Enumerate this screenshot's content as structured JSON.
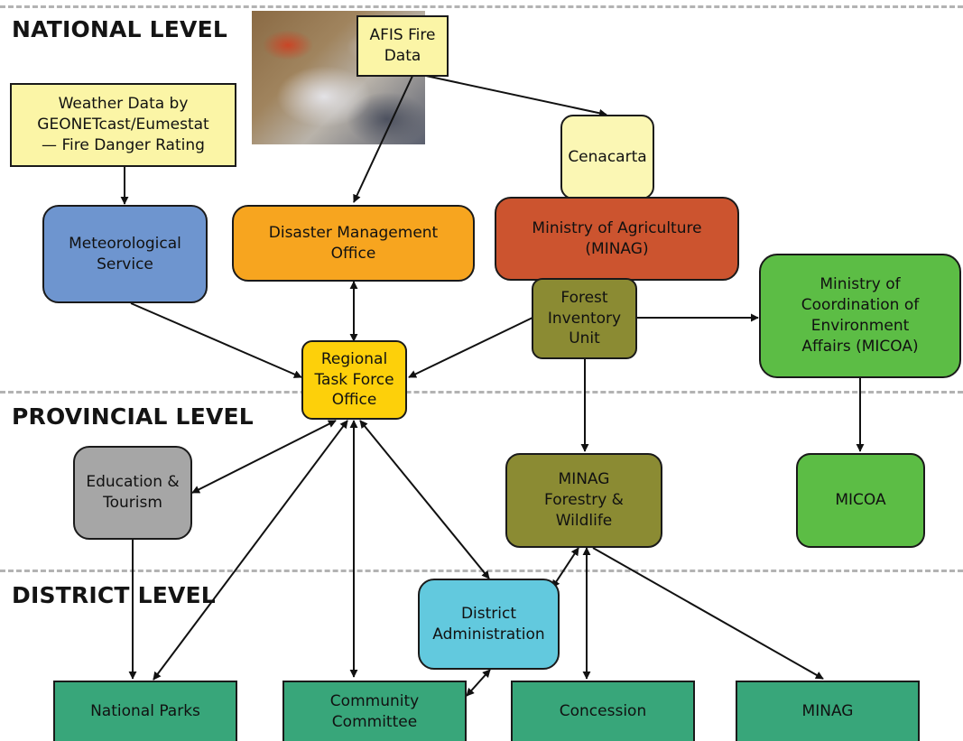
{
  "levels": {
    "national": "NATIONAL LEVEL",
    "provincial": "PROVINCIAL LEVEL",
    "district": "DISTRICT LEVEL"
  },
  "nodes": {
    "afis": "AFIS Fire\nData",
    "weather": "Weather Data by\nGEONETcast/Eumestat\n— Fire Danger Rating",
    "cenacarta": "Cenacarta",
    "meteorological": "Meteorological\nService",
    "disaster": "Disaster Management\nOffice",
    "minag_ministry": "Ministry of Agriculture\n(MINAG)",
    "micoa_ministry": "Ministry of\nCoordination of\nEnvironment\nAffairs (MICOA)",
    "forest_inventory": "Forest\nInventory\nUnit",
    "regional_task_force": "Regional\nTask Force\nOffice",
    "education_tourism": "Education &\nTourism",
    "minag_forestry": "MINAG\nForestry &\nWildlife",
    "micoa": "MICOA",
    "district_admin": "District\nAdministration",
    "national_parks": "National Parks",
    "community_committee": "Community\nCommittee",
    "concession": "Concession",
    "minag": "MINAG"
  },
  "colors": {
    "pale_yellow": "#fbf5a6",
    "blue": "#6e95cf",
    "orange": "#f7a51f",
    "red": "#cc542f",
    "green": "#5cbd45",
    "olive": "#8b8b33",
    "gold": "#fdd00a",
    "gray": "#a6a6a6",
    "light_blue": "#62c9de",
    "teal": "#38a67a",
    "cenacarta": "#fbf7b4"
  },
  "edges": [
    {
      "from": "weather",
      "to": "meteorological"
    },
    {
      "from": "afis",
      "to": "disaster"
    },
    {
      "from": "afis",
      "to": "cenacarta"
    },
    {
      "from": "meteorological",
      "to": "regional_task_force"
    },
    {
      "from": "disaster",
      "to": "regional_task_force",
      "both": true
    },
    {
      "from": "forest_inventory",
      "to": "regional_task_force"
    },
    {
      "from": "forest_inventory",
      "to": "micoa_ministry"
    },
    {
      "from": "forest_inventory",
      "to": "minag_forestry"
    },
    {
      "from": "micoa_ministry",
      "to": "micoa"
    },
    {
      "from": "regional_task_force",
      "to": "education_tourism",
      "both": true
    },
    {
      "from": "regional_task_force",
      "to": "national_parks",
      "both": true
    },
    {
      "from": "regional_task_force",
      "to": "community_committee",
      "both": true
    },
    {
      "from": "regional_task_force",
      "to": "district_admin",
      "both": true
    },
    {
      "from": "education_tourism",
      "to": "national_parks"
    },
    {
      "from": "minag_forestry",
      "to": "district_admin",
      "both": true
    },
    {
      "from": "minag_forestry",
      "to": "concession",
      "both": true
    },
    {
      "from": "minag_forestry",
      "to": "minag"
    },
    {
      "from": "district_admin",
      "to": "community_committee",
      "both": true
    }
  ]
}
